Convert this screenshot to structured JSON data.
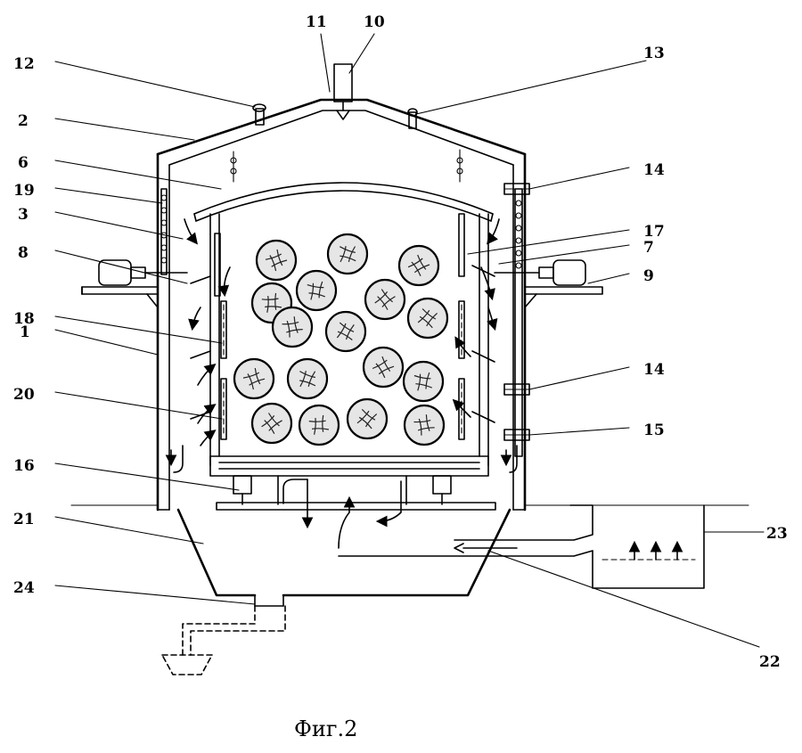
{
  "caption": "Фиг.2",
  "callouts": {
    "c1": "1",
    "c2": "2",
    "c3": "3",
    "c6": "6",
    "c7": "7",
    "c8": "8",
    "c9": "9",
    "c10": "10",
    "c11": "11",
    "c12": "12",
    "c13": "13",
    "c14a": "14",
    "c14b": "14",
    "c15": "15",
    "c16": "16",
    "c17": "17",
    "c18": "18",
    "c19": "19",
    "c20": "20",
    "c21": "21",
    "c22": "22",
    "c23": "23",
    "c24": "24"
  }
}
